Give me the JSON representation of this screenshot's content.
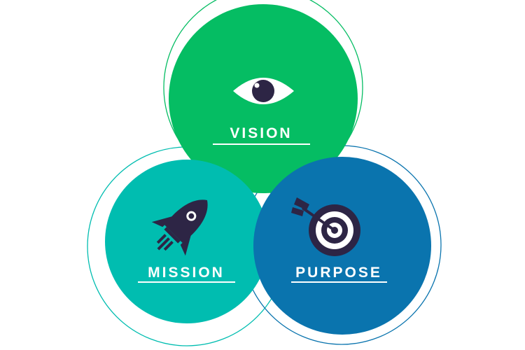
{
  "diagram": {
    "circles": [
      {
        "id": "vision",
        "label": "VISION",
        "icon": "eye-icon",
        "fill": "#05BD63",
        "ring": "#05BD63"
      },
      {
        "id": "mission",
        "label": "MISSION",
        "icon": "rocket-icon",
        "fill": "#00BDB0",
        "ring": "#00BDB0"
      },
      {
        "id": "purpose",
        "label": "PURPOSE",
        "icon": "target-icon",
        "fill": "#0A74AE",
        "ring": "#0A74AE"
      }
    ],
    "icon_color": "#2D2545",
    "label_color": "#ffffff"
  }
}
